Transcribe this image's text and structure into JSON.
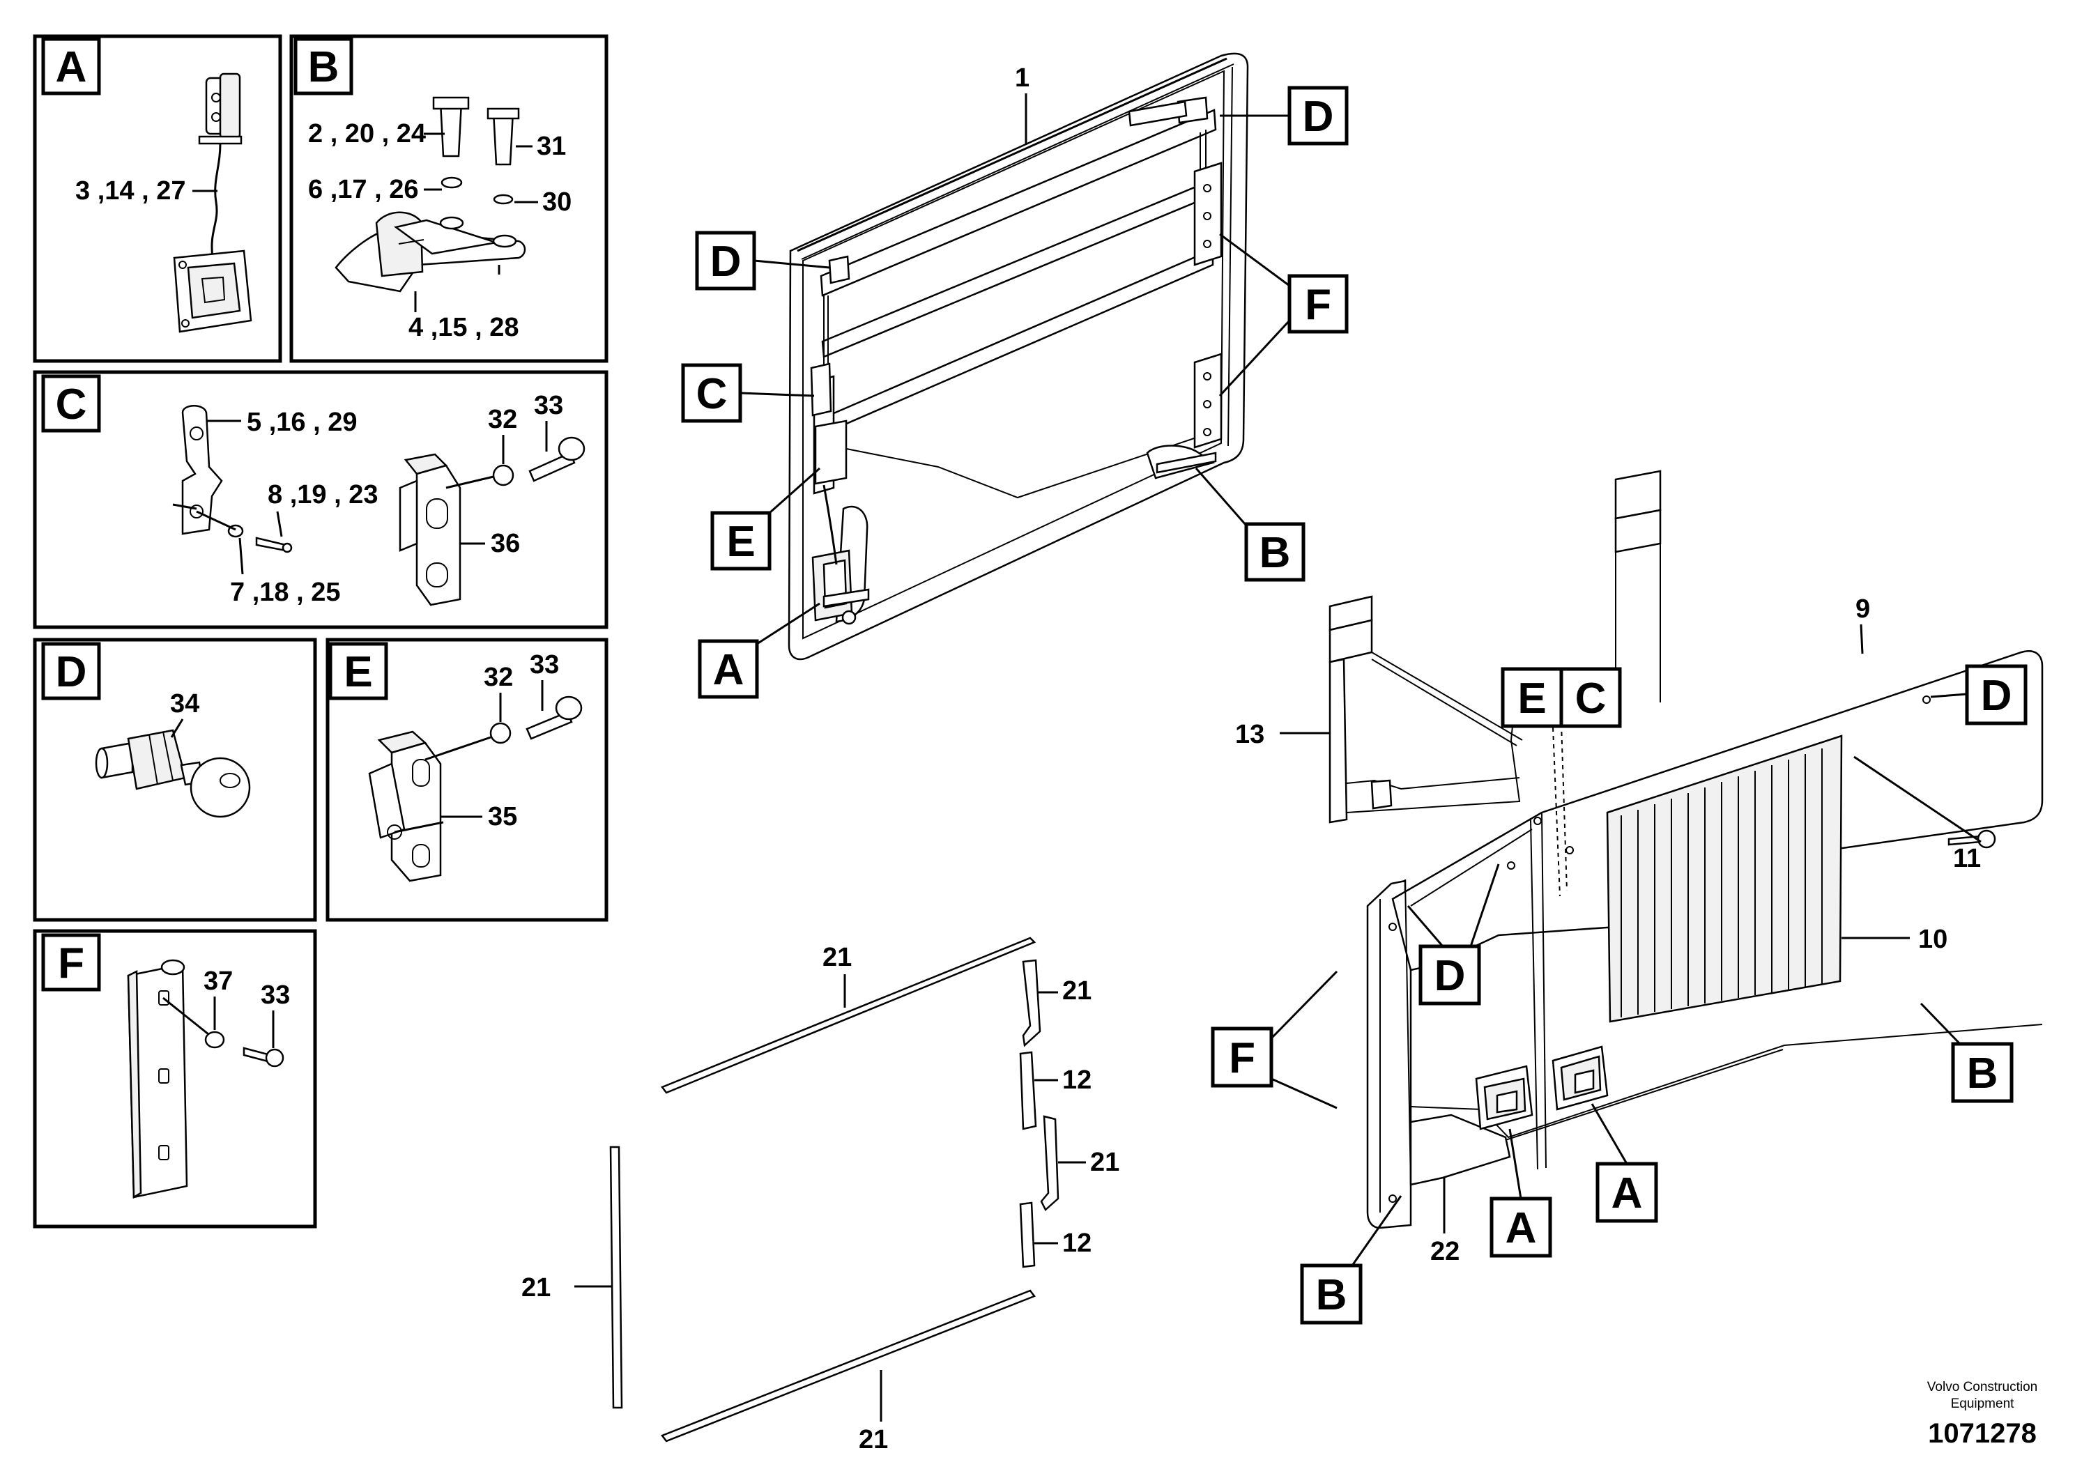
{
  "panels": {
    "A": {
      "letter": "A",
      "callouts": [
        "3 ,14 , 27"
      ]
    },
    "B": {
      "letter": "B",
      "callouts": [
        "2 , 20 , 24",
        "6 ,17 , 26",
        "31",
        "30",
        "4 ,15 , 28"
      ]
    },
    "C": {
      "letter": "C",
      "callouts": [
        "5 ,16 , 29",
        "8 ,19 , 23",
        "7 ,18 , 25",
        "32",
        "33",
        "36"
      ]
    },
    "D": {
      "letter": "D",
      "callouts": [
        "34"
      ]
    },
    "E": {
      "letter": "E",
      "callouts": [
        "32",
        "33",
        "35"
      ]
    },
    "F": {
      "letter": "F",
      "callouts": [
        "37",
        "33"
      ]
    }
  },
  "door": {
    "callouts": [
      "1"
    ],
    "refs": [
      "D",
      "D",
      "F",
      "C",
      "E",
      "B",
      "A"
    ]
  },
  "panel": {
    "callouts": [
      "9",
      "13",
      "11",
      "10",
      "22"
    ],
    "refs": [
      "E",
      "C",
      "D",
      "D",
      "F",
      "B",
      "A",
      "A",
      "B"
    ]
  },
  "seals": {
    "callouts": [
      "21",
      "21",
      "12",
      "21",
      "12",
      "21",
      "21"
    ]
  },
  "footer": {
    "company_line1": "Volvo Construction",
    "company_line2": "Equipment",
    "drawing_number": "1071278"
  }
}
